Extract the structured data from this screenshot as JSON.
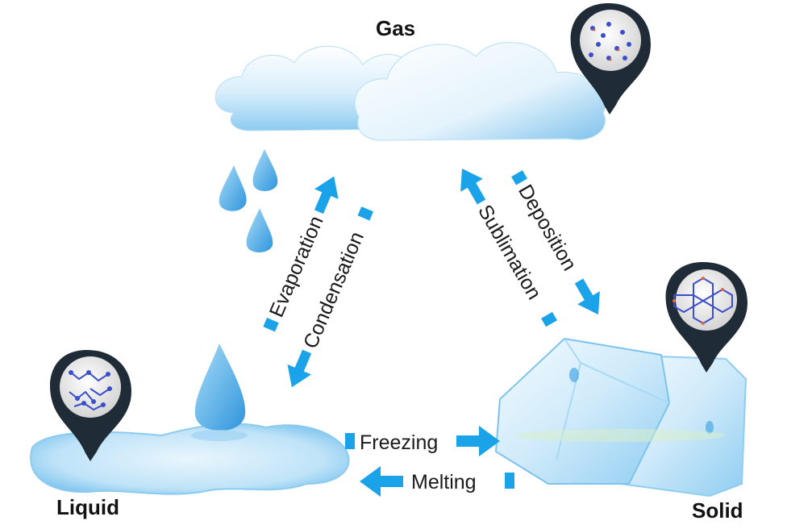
{
  "states": {
    "gas": "Gas",
    "liquid": "Liquid",
    "solid": "Solid"
  },
  "processes": {
    "evaporation": "Evaporation",
    "condensation": "Condensation",
    "deposition": "Deposition",
    "sublimation": "Sublimation",
    "freezing": "Freezing",
    "melting": "Melting"
  },
  "colors": {
    "arrow": "#1aa3e8",
    "pin": "#1f2b36",
    "water": "#5fb8ec",
    "ice": "#cbe7f7",
    "cloud": "#9fd3f3",
    "particle": "#3a4fc9",
    "particle_highlight": "#e8643c"
  },
  "icons": {
    "gas_pin": "gas-particles-pin-icon",
    "liquid_pin": "liquid-particles-pin-icon",
    "solid_pin": "solid-lattice-pin-icon"
  }
}
